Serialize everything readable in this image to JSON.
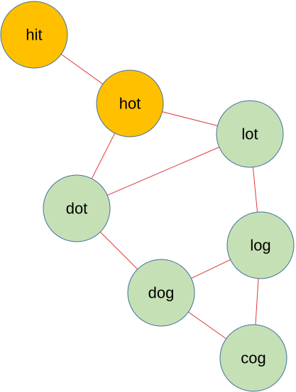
{
  "colors": {
    "highlight_fill": "#FFC000",
    "normal_fill": "#C5E0B4",
    "node_stroke": "#41719C",
    "edge_color": "#E03A3A"
  },
  "nodes": [
    {
      "id": "hit",
      "label": "hit",
      "highlighted": true
    },
    {
      "id": "hot",
      "label": "hot",
      "highlighted": true
    },
    {
      "id": "lot",
      "label": "lot",
      "highlighted": false
    },
    {
      "id": "dot",
      "label": "dot",
      "highlighted": false
    },
    {
      "id": "log",
      "label": "log",
      "highlighted": false
    },
    {
      "id": "dog",
      "label": "dog",
      "highlighted": false
    },
    {
      "id": "cog",
      "label": "cog",
      "highlighted": false
    }
  ],
  "edges": [
    {
      "from": "hit",
      "to": "hot"
    },
    {
      "from": "hot",
      "to": "lot"
    },
    {
      "from": "hot",
      "to": "dot"
    },
    {
      "from": "lot",
      "to": "dot"
    },
    {
      "from": "lot",
      "to": "log"
    },
    {
      "from": "dot",
      "to": "dog"
    },
    {
      "from": "dog",
      "to": "log"
    },
    {
      "from": "dog",
      "to": "cog"
    },
    {
      "from": "log",
      "to": "cog"
    }
  ]
}
